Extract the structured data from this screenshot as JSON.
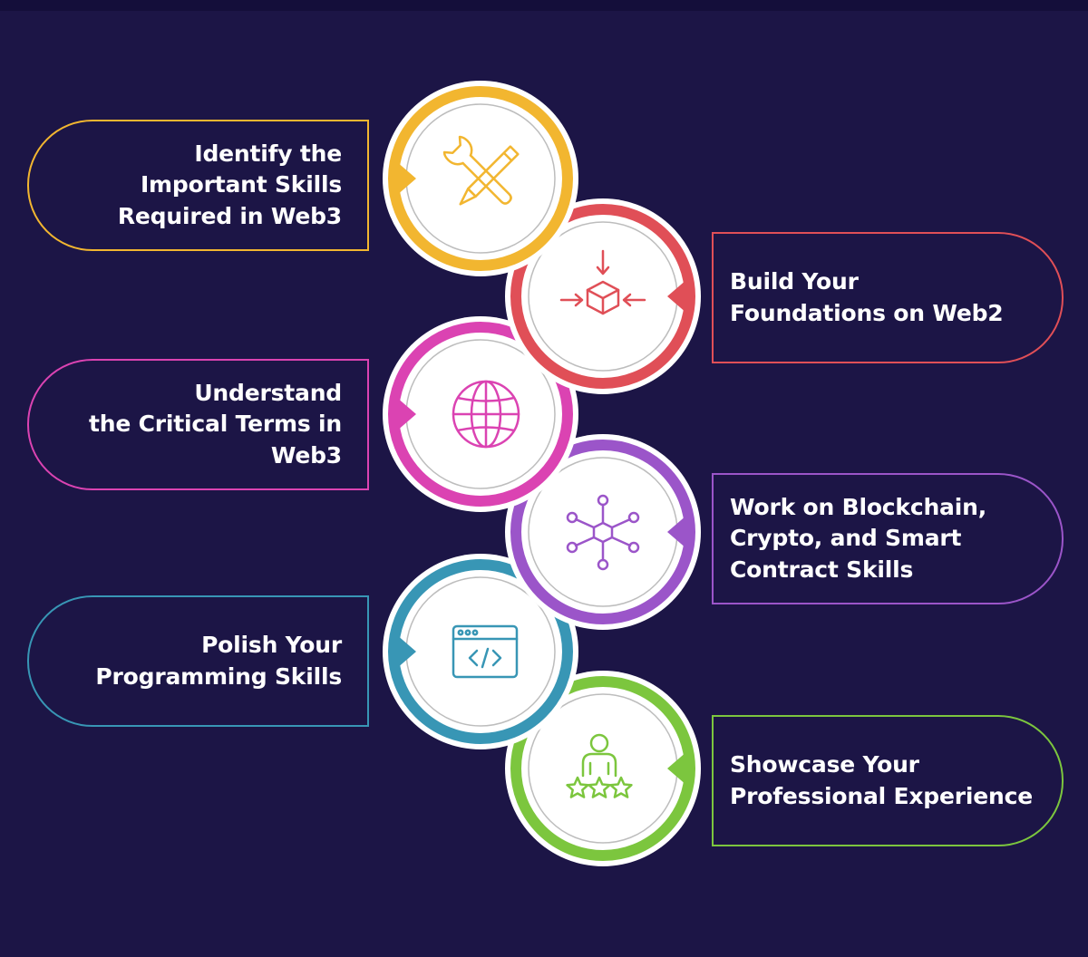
{
  "steps": [
    {
      "text": "Identify the\nImportant Skills\nRequired in Web3",
      "color": "#f2b630",
      "side": "left",
      "icon": "tools-icon"
    },
    {
      "text": "Build Your\nFoundations on Web2",
      "color": "#e04f57",
      "side": "right",
      "icon": "box-inward-arrows-icon"
    },
    {
      "text": "Understand\nthe Critical Terms in\nWeb3",
      "color": "#db43b2",
      "side": "left",
      "icon": "globe-icon"
    },
    {
      "text": "Work on Blockchain,\nCrypto, and Smart\nContract Skills",
      "color": "#9b55c9",
      "side": "right",
      "icon": "network-hub-icon"
    },
    {
      "text": "Polish Your\nProgramming Skills",
      "color": "#3896b5",
      "side": "left",
      "icon": "code-window-icon"
    },
    {
      "text": "Showcase Your\nProfessional Experience",
      "color": "#7cc63e",
      "side": "right",
      "icon": "user-rating-icon"
    }
  ]
}
